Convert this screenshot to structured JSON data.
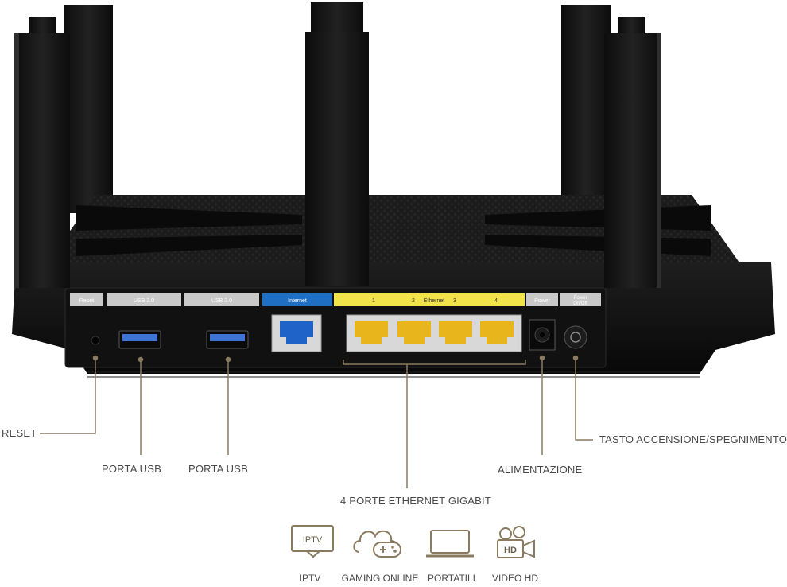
{
  "router": {
    "port_labels": {
      "reset": "Reset",
      "usb1": "USB 3.0",
      "usb2": "USB 3.0",
      "internet": "Internet",
      "eth1": "1",
      "eth2": "2",
      "ethernet": "Ethernet",
      "eth3": "3",
      "eth4": "4",
      "power": "Power",
      "power_onoff_1": "Power",
      "power_onoff_2": "On/Off"
    },
    "colors": {
      "body": "#151515",
      "label_strip_gray": "#c9c9c9",
      "internet_blue": "#1f6fc4",
      "ethernet_yellow": "#f3e34a",
      "lan_port_yellow": "#e8b51c",
      "usb_blue": "#3d74d6",
      "wan_port_blue": "#1f63c9",
      "callout_line": "#8a7a60"
    }
  },
  "callouts": {
    "reset": "RESET",
    "usb1": "PORTA USB",
    "usb2": "PORTA USB",
    "ethernet": "4 PORTE ETHERNET GIGABIT",
    "power": "ALIMENTAZIONE",
    "power_button": "TASTO ACCENSIONE/SPEGNIMENTO"
  },
  "features": [
    {
      "icon": "tv-icon",
      "icon_text": "IPTV",
      "label": "IPTV"
    },
    {
      "icon": "cloud-gamepad-icon",
      "label": "GAMING ONLINE"
    },
    {
      "icon": "laptop-icon",
      "label": "PORTATILI"
    },
    {
      "icon": "video-camera-icon",
      "icon_text": "HD",
      "label": "VIDEO HD"
    }
  ]
}
